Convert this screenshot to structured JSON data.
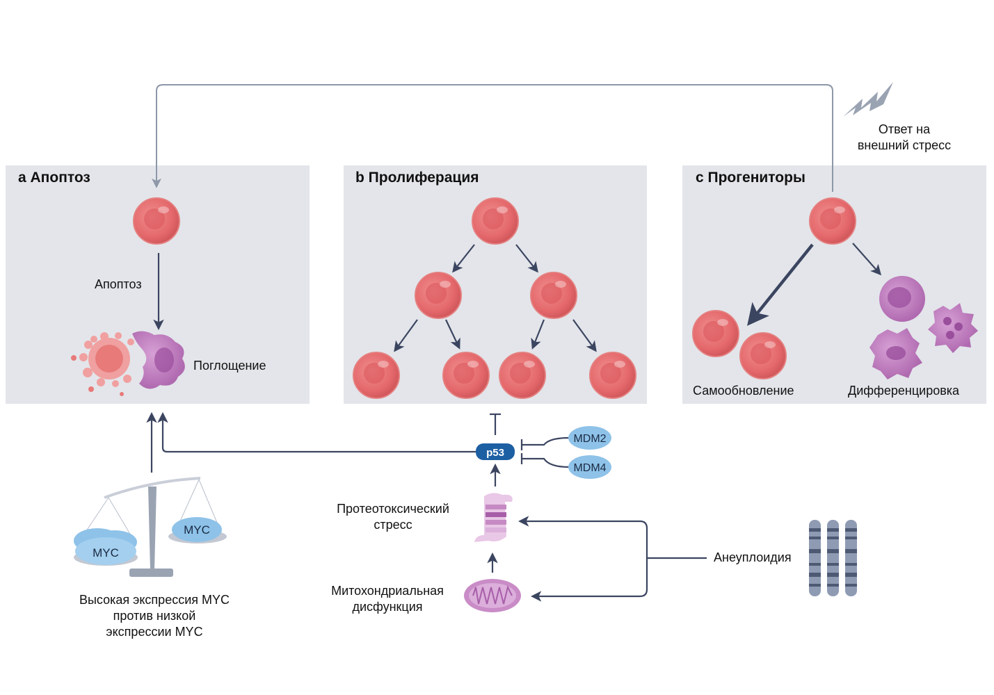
{
  "panels": {
    "a": {
      "title": "a Апоптоз",
      "step_label": "Апоптоз",
      "engulf_label": "Поглощение"
    },
    "b": {
      "title": "b Пролиферация"
    },
    "c": {
      "title": "c Прогениторы",
      "self_renewal_label": "Самообновление",
      "differentiation_label": "Дифференцировка"
    }
  },
  "external_stress": {
    "line1": "Ответ на",
    "line2": "внешний стресс"
  },
  "p53": {
    "label": "p53",
    "inhibitors": [
      "MDM2",
      "MDM4"
    ]
  },
  "proteotoxic": {
    "line1": "Протеотоксический",
    "line2": "стресс"
  },
  "mito": {
    "line1": "Митохондриальная",
    "line2": "дисфункция"
  },
  "aneuploidy": {
    "label": "Анеуплоидия"
  },
  "myc": {
    "left_label": "MYC",
    "right_label": "MYC",
    "caption_line1": "Высокая экспрессия MYC",
    "caption_line2": "против низкой",
    "caption_line3": "экспрессии MYC"
  },
  "colors": {
    "panel_bg": "#e3e5ea",
    "arrow": "#3b4560",
    "line": "#9aa3b2",
    "cell_red": "#e4686b",
    "cell_purple": "#b06ab0",
    "p53_blue": "#1d5fa3",
    "mdm_blue": "#8ec2e8"
  }
}
